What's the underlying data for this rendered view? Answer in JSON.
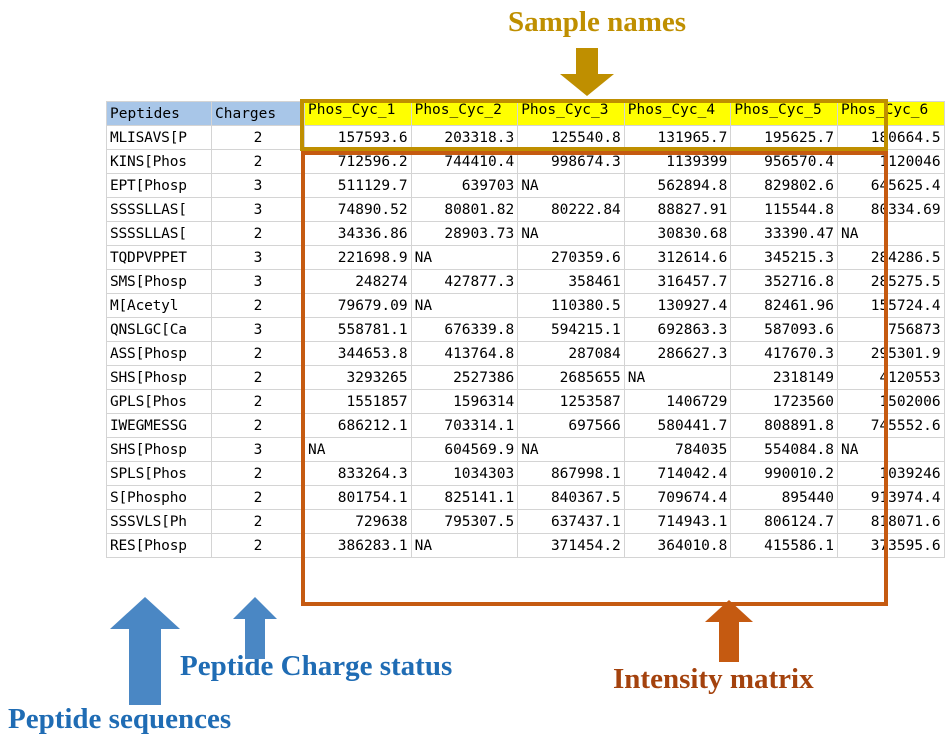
{
  "annotations": {
    "sample_names": "Sample names",
    "peptide_sequences": "Peptide sequences",
    "peptide_charge_status": "Peptide Charge status",
    "intensity_matrix": "Intensity matrix"
  },
  "colors": {
    "sample_names_label": "#bf8f00",
    "sample_names_box": "#bf8f00",
    "sample_header_fill": "#ffff00",
    "blue_label": "#1f6cb4",
    "blue_arrow": "#4a87c4",
    "intensity_label": "#a4420d",
    "intensity_box": "#c55a11",
    "table_header_fill": "#a8c6e8",
    "grid_line": "#d4d4d4"
  },
  "table": {
    "headers": {
      "peptides": "Peptides",
      "charges": "Charges",
      "samples": [
        "Phos_Cyc_1",
        "Phos_Cyc_2",
        "Phos_Cyc_3",
        "Phos_Cyc_4",
        "Phos_Cyc_5",
        "Phos_Cyc_6"
      ]
    },
    "rows": [
      {
        "peptide": "MLISAVS[P",
        "charge": "2",
        "values": [
          "157593.6",
          "203318.3",
          "125540.8",
          "131965.7",
          "195625.7",
          "180664.5"
        ]
      },
      {
        "peptide": "KINS[Phos",
        "charge": "2",
        "values": [
          "712596.2",
          "744410.4",
          "998674.3",
          "1139399",
          "956570.4",
          "1120046"
        ]
      },
      {
        "peptide": "EPT[Phosp",
        "charge": "3",
        "values": [
          "511129.7",
          "639703",
          "NA",
          "562894.8",
          "829802.6",
          "645625.4"
        ]
      },
      {
        "peptide": "SSSSLLAS[",
        "charge": "3",
        "values": [
          "74890.52",
          "80801.82",
          "80222.84",
          "88827.91",
          "115544.8",
          "80334.69"
        ]
      },
      {
        "peptide": "SSSSLLAS[",
        "charge": "2",
        "values": [
          "34336.86",
          "28903.73",
          "NA",
          "30830.68",
          "33390.47",
          "NA"
        ]
      },
      {
        "peptide": "TQDPVPPET",
        "charge": "3",
        "values": [
          "221698.9",
          "NA",
          "270359.6",
          "312614.6",
          "345215.3",
          "284286.5"
        ]
      },
      {
        "peptide": "SMS[Phosp",
        "charge": "3",
        "values": [
          "248274",
          "427877.3",
          "358461",
          "316457.7",
          "352716.8",
          "285275.5"
        ]
      },
      {
        "peptide": "M[Acetyl",
        "charge": "2",
        "values": [
          "79679.09",
          "NA",
          "110380.5",
          "130927.4",
          "82461.96",
          "155724.4"
        ]
      },
      {
        "peptide": "QNSLGC[Ca",
        "charge": "3",
        "values": [
          "558781.1",
          "676339.8",
          "594215.1",
          "692863.3",
          "587093.6",
          "756873"
        ]
      },
      {
        "peptide": "ASS[Phosp",
        "charge": "2",
        "values": [
          "344653.8",
          "413764.8",
          "287084",
          "286627.3",
          "417670.3",
          "295301.9"
        ]
      },
      {
        "peptide": "SHS[Phosp",
        "charge": "2",
        "values": [
          "3293265",
          "2527386",
          "2685655",
          "NA",
          "2318149",
          "4120553"
        ]
      },
      {
        "peptide": "GPLS[Phos",
        "charge": "2",
        "values": [
          "1551857",
          "1596314",
          "1253587",
          "1406729",
          "1723560",
          "1502006"
        ]
      },
      {
        "peptide": "IWEGMESSG",
        "charge": "2",
        "values": [
          "686212.1",
          "703314.1",
          "697566",
          "580441.7",
          "808891.8",
          "745552.6"
        ]
      },
      {
        "peptide": "SHS[Phosp",
        "charge": "3",
        "values": [
          "NA",
          "604569.9",
          "NA",
          "784035",
          "554084.8",
          "NA"
        ]
      },
      {
        "peptide": "SPLS[Phos",
        "charge": "2",
        "values": [
          "833264.3",
          "1034303",
          "867998.1",
          "714042.4",
          "990010.2",
          "1039246"
        ]
      },
      {
        "peptide": "S[Phospho",
        "charge": "2",
        "values": [
          "801754.1",
          "825141.1",
          "840367.5",
          "709674.4",
          "895440",
          "913974.4"
        ]
      },
      {
        "peptide": "SSSVLS[Ph",
        "charge": "2",
        "values": [
          "729638",
          "795307.5",
          "637437.1",
          "714943.1",
          "806124.7",
          "818071.6"
        ]
      },
      {
        "peptide": "RES[Phosp",
        "charge": "2",
        "values": [
          "386283.1",
          "NA",
          "371454.2",
          "364010.8",
          "415586.1",
          "373595.6"
        ]
      }
    ]
  }
}
